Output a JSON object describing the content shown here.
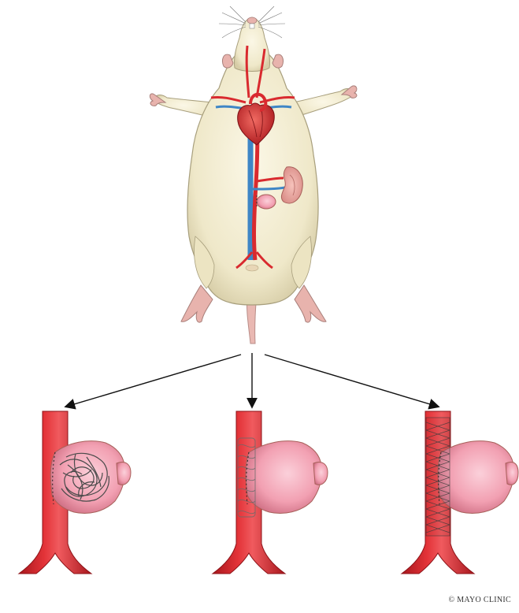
{
  "figure": {
    "copyright": "© MAYO CLINIC",
    "panels": [
      {
        "id": "left",
        "device": "coil"
      },
      {
        "id": "center",
        "device": "flow-diverter"
      },
      {
        "id": "right",
        "device": "stent"
      }
    ],
    "colors": {
      "fur": "#f4efd3",
      "fur_shadow": "#d9d2b0",
      "skin_pink": "#e8b3ad",
      "artery": "#d92a2f",
      "artery_dark": "#a8171d",
      "vein": "#3f86c6",
      "vein_dark": "#2c5f97",
      "aneurysm": "#f2a8b6",
      "aneurysm_dark": "#c9677c",
      "coil": "#555555",
      "arrow": "#111111"
    }
  }
}
